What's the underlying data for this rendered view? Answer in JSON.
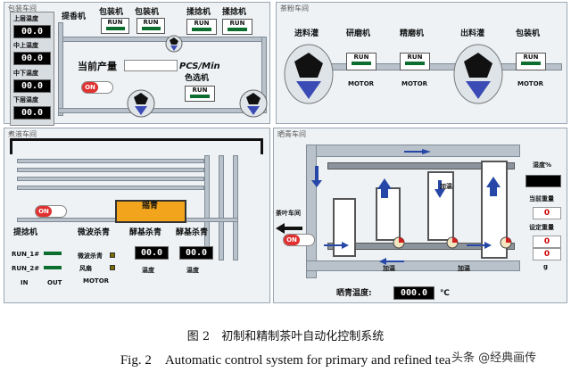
{
  "panels": {
    "packing": "包装车间",
    "grinding": "茶粉车间",
    "brewing": "煮液车间",
    "drying": "晒青车间"
  },
  "packing": {
    "temps": [
      {
        "label": "上层温度",
        "value": "00.0"
      },
      {
        "label": "中上温度",
        "value": "00.0"
      },
      {
        "label": "中下温度",
        "value": "00.0"
      },
      {
        "label": "下层温度",
        "value": "00.0"
      }
    ],
    "tea_lift": "提香机",
    "pack1": "包装机",
    "pack2": "包装机",
    "knead1": "揉捻机",
    "knead2": "揉捻机",
    "color_sort": "色选机",
    "run": "RUN",
    "output_label": "当前产量",
    "output_unit": "PCS/Min",
    "output_value": "",
    "toggle": "ON"
  },
  "grinding": {
    "feed_tank": "进料灌",
    "grinder": "研磨机",
    "fine_mill": "精磨机",
    "out_tank": "出料灌",
    "packer": "包装机",
    "run": "RUN",
    "motor": "MOTOR"
  },
  "brewing": {
    "toggle": "ON",
    "stir": "摇青",
    "lift": "提捻机",
    "run1": "RUN_1#",
    "run2": "RUN_2#",
    "in": "IN",
    "out": "OUT",
    "microwave": "微波杀青",
    "fan": "风扇",
    "motor": "MOTOR",
    "ferm1": "酵基杀青",
    "ferm2": "酵基杀青",
    "ferm1_value": "00.0",
    "ferm2_value": "00.0",
    "temp1": "温度",
    "temp2": "温度"
  },
  "drying": {
    "humidity": "湿度%",
    "current_weight": "当前重量",
    "current_weight_value": "0",
    "set_weight": "设定重量",
    "set_weight_value": "0",
    "weight_value3": "0",
    "unit_g": "g",
    "heat1": "加温",
    "heat2": "加温",
    "heat3": "加温",
    "side_text": "茶叶车间",
    "toggle": "ON",
    "temp_label": "晒青温度:",
    "temp_value": "000.0",
    "temp_unit": "℃"
  },
  "caption": {
    "cn": "图 2　初制和精制茶叶自动化控制系统",
    "en": "Fig. 2　Automatic control system for primary and refined tea",
    "watermark": "头条 @经典画传"
  }
}
